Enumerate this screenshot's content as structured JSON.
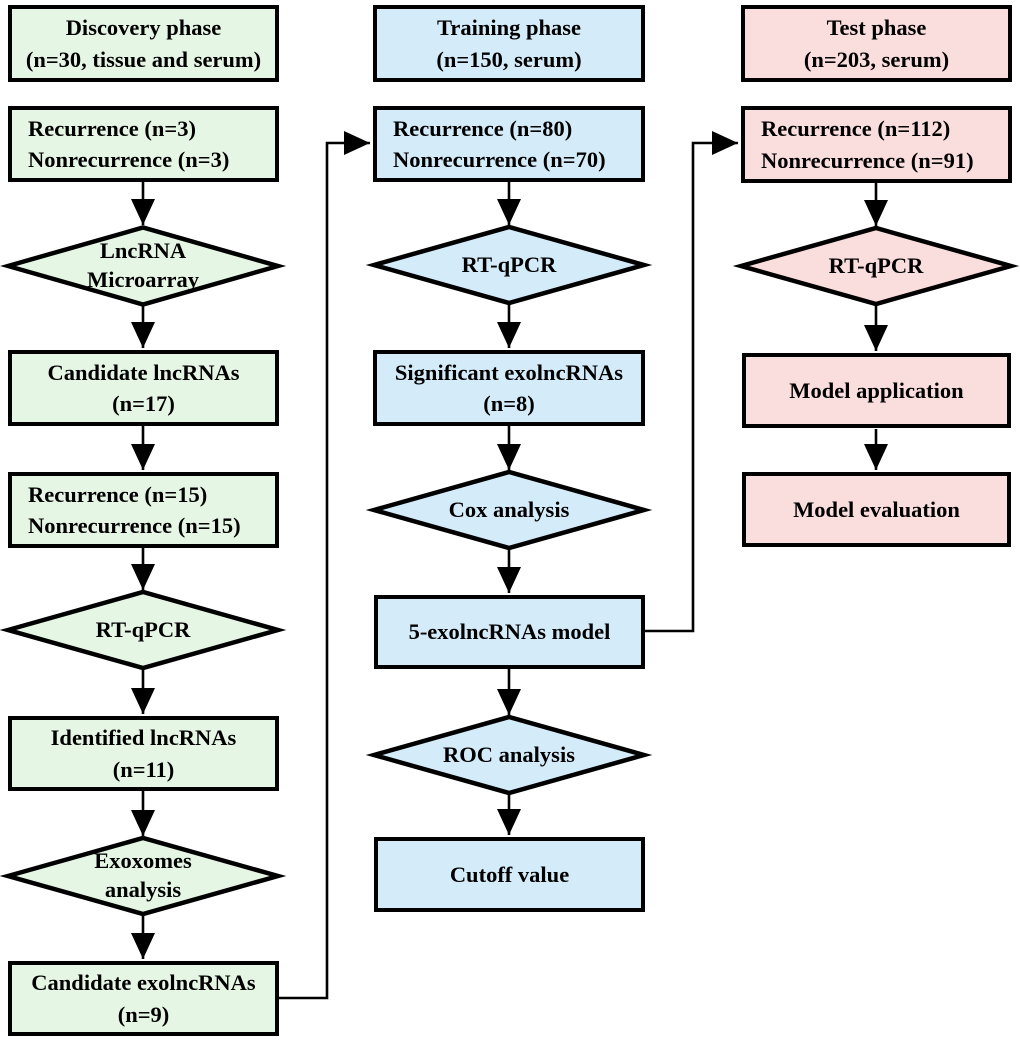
{
  "colors": {
    "discovery_fill": "#e6f6e5",
    "training_fill": "#d4ebf9",
    "test_fill": "#fadddd",
    "outline": "#000000"
  },
  "discovery": {
    "header": {
      "line1": "Discovery phase",
      "line2": "(n=30, tissue and serum)"
    },
    "cohort1": {
      "line1": "Recurrence (n=3)",
      "line2": "Nonrecurrence (n=3)"
    },
    "microarray": {
      "line1": "LncRNA",
      "line2": "Microarray"
    },
    "candidate": {
      "line1": "Candidate lncRNAs",
      "line2": "(n=17)"
    },
    "cohort2": {
      "line1": "Recurrence (n=15)",
      "line2": "Nonrecurrence (n=15)"
    },
    "rtqpcr": {
      "label": "RT-qPCR"
    },
    "identified": {
      "line1": "Identified lncRNAs",
      "line2": "(n=11)"
    },
    "exosomes": {
      "line1": "Exoxomes",
      "line2": "analysis"
    },
    "candidate_exo": {
      "line1": "Candidate exolncRNAs",
      "line2": "(n=9)"
    }
  },
  "training": {
    "header": {
      "line1": "Training phase",
      "line2": "(n=150, serum)"
    },
    "cohort": {
      "line1": "Recurrence (n=80)",
      "line2": "Nonrecurrence (n=70)"
    },
    "rtqpcr": {
      "label": "RT-qPCR"
    },
    "significant": {
      "line1": "Significant exolncRNAs",
      "line2": "(n=8)"
    },
    "cox": {
      "label": "Cox analysis"
    },
    "model": {
      "label": "5-exolncRNAs model"
    },
    "roc": {
      "label": "ROC analysis"
    },
    "cutoff": {
      "label": "Cutoff value"
    }
  },
  "test": {
    "header": {
      "line1": "Test phase",
      "line2": "(n=203, serum)"
    },
    "cohort": {
      "line1": "Recurrence (n=112)",
      "line2": "Nonrecurrence (n=91)"
    },
    "rtqpcr": {
      "label": "RT-qPCR"
    },
    "application": {
      "label": "Model application"
    },
    "evaluation": {
      "label": "Model evaluation"
    }
  }
}
